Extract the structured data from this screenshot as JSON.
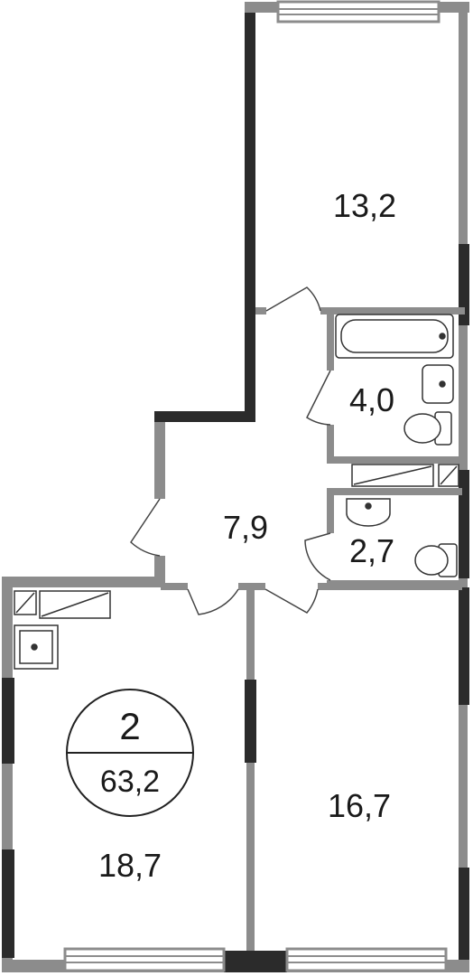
{
  "rooms": [
    {
      "id": "bedroom",
      "area": "13,2"
    },
    {
      "id": "bathroom",
      "area": "4,0"
    },
    {
      "id": "hallway",
      "area": "7,9"
    },
    {
      "id": "toilet",
      "area": "2,7"
    },
    {
      "id": "kitchen-living",
      "area": "18,7"
    },
    {
      "id": "living-room",
      "area": "16,7"
    }
  ],
  "badge": {
    "rooms_count": "2",
    "total_area": "63,2"
  },
  "colors": {
    "wall_dark": "#2b2b2b",
    "wall_gray": "#8c8c8c",
    "window_light": "#e6e6e6",
    "fixture_line": "#333333",
    "text": "#1a1a1a"
  }
}
